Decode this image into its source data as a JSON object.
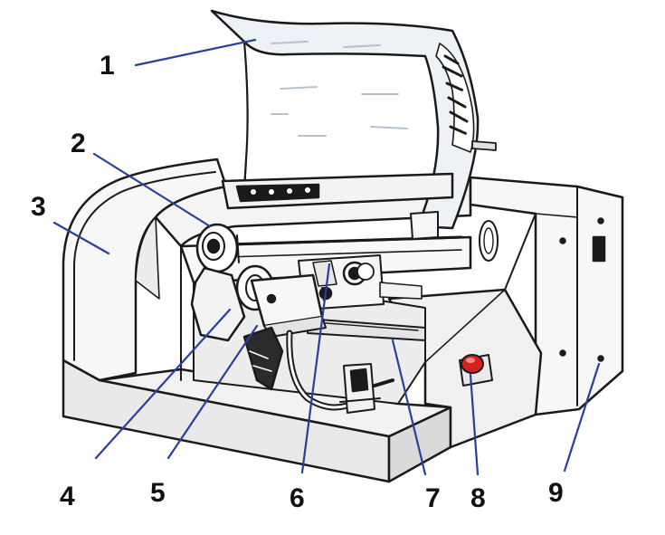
{
  "callouts": [
    {
      "id": "1",
      "label": "1"
    },
    {
      "id": "2",
      "label": "2"
    },
    {
      "id": "3",
      "label": "3"
    },
    {
      "id": "4",
      "label": "4"
    },
    {
      "id": "5",
      "label": "5"
    },
    {
      "id": "6",
      "label": "6"
    },
    {
      "id": "7",
      "label": "7"
    },
    {
      "id": "8",
      "label": "8"
    },
    {
      "id": "9",
      "label": "9"
    }
  ],
  "colors": {
    "outline": "#1a1a1a",
    "leader_line": "#2a3f9a",
    "lid_fill": "#eef1f5",
    "body_fill": "#f7f7f7",
    "base_fill": "#e9e9e9",
    "shadow_fill": "#d6d6d6",
    "button_red": "#d8201c"
  }
}
